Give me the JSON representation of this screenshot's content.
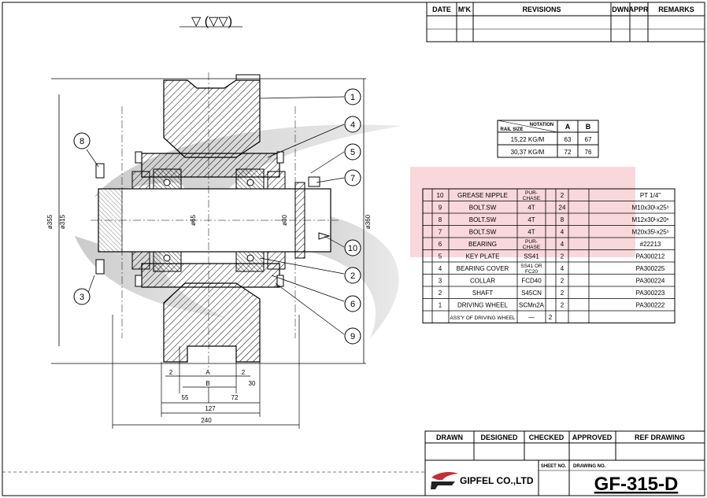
{
  "surface_symbol": "▽ (▽▽)",
  "revisions": {
    "headers": [
      "DATE",
      "M'K",
      "REVISIONS",
      "DWN",
      "APPR",
      "REMARKS"
    ]
  },
  "notation": {
    "header_notation": "NOTATION",
    "header_rail": "RAIL SIZE",
    "col_a": "A",
    "col_b": "B",
    "rows": [
      {
        "rail": "15,22 KG/M",
        "a": "63",
        "b": "67"
      },
      {
        "rail": "30,37 KG/M",
        "a": "72",
        "b": "76"
      }
    ]
  },
  "parts": [
    {
      "no": "10",
      "name": "GREASE NIPPLE",
      "mat": "PUR- CHASE",
      "qty": "2",
      "ref": "PT 1/4\""
    },
    {
      "no": "9",
      "name": "BOLT.SW",
      "mat": "4T",
      "qty": "24",
      "ref": "M10x30ᴸx25ˢ"
    },
    {
      "no": "8",
      "name": "BOLT.SW",
      "mat": "4T",
      "qty": "8",
      "ref": "M12x30ᴸx20ˢ"
    },
    {
      "no": "7",
      "name": "BOLT.SW",
      "mat": "4T",
      "qty": "4",
      "ref": "M20x35ᴸx25ˢ"
    },
    {
      "no": "6",
      "name": "BEARING",
      "mat": "PUR- CHASE",
      "qty": "4",
      "ref": "#22213"
    },
    {
      "no": "5",
      "name": "KEY PLATE",
      "mat": "SS41",
      "qty": "2",
      "ref": "PA300212"
    },
    {
      "no": "4",
      "name": "BEARING COVER",
      "mat": "SS41 OR FC20",
      "qty": "4",
      "ref": "PA300225"
    },
    {
      "no": "3",
      "name": "COLLAR",
      "mat": "FCD40",
      "qty": "2",
      "ref": "PA300224"
    },
    {
      "no": "2",
      "name": "SHAFT",
      "mat": "S45CN",
      "qty": "2",
      "ref": "PA300223"
    },
    {
      "no": "1",
      "name": "DRIVING WHEEL",
      "mat": "SCMn2A",
      "qty": "2",
      "ref": "PA300222"
    },
    {
      "no": "",
      "name": "ASS'Y OF DRIVING WHEEL",
      "mat": "—",
      "qty": "2",
      "ref": ""
    }
  ],
  "balloons": [
    "1",
    "2",
    "3",
    "4",
    "5",
    "6",
    "7",
    "8",
    "9",
    "10"
  ],
  "dimensions": {
    "d355": "ø355",
    "d315": "ø315",
    "d360": "ø360",
    "d65": "ø65",
    "d80": "ø80",
    "w2a": "2",
    "w2b": "2",
    "wA": "A",
    "wB": "B",
    "w30": "30",
    "w55": "55",
    "w72": "72",
    "w127": "127",
    "w240": "240"
  },
  "title_block": {
    "headers": [
      "DRAWN",
      "DESIGNED",
      "CHECKED",
      "APPROVED",
      "REF DRAWING"
    ],
    "sheet_no": "SHEET NO.",
    "drawing_no": "DRAWING NO.",
    "company": "GIPFEL CO.,LTD",
    "number": "GF-315-D"
  }
}
